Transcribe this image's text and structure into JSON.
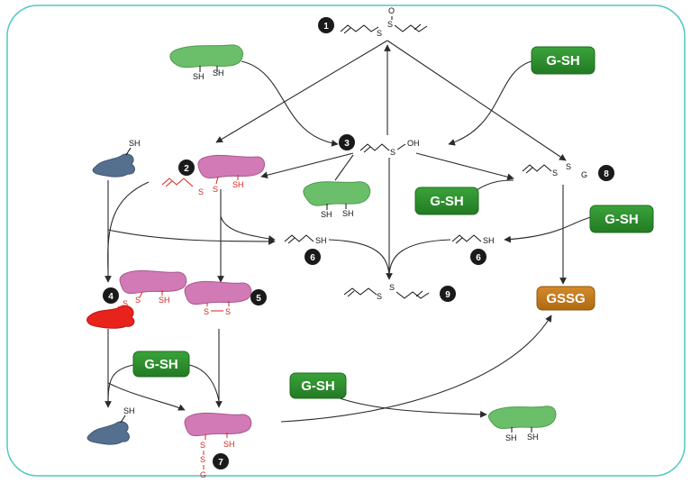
{
  "diagram": {
    "badges": [
      "1",
      "2",
      "3",
      "4",
      "5",
      "6",
      "6",
      "7",
      "8",
      "9"
    ],
    "gsh_label": "G-SH",
    "gssg_label": "GSSG",
    "sh": "SH",
    "s": "S",
    "oh": "OH",
    "o": "O",
    "g": "G",
    "colors": {
      "frame": "#4fc9c0",
      "green_box": "#2e8b2e",
      "gssg_box": "#c27a1e",
      "protein_green": "#6cbf6a",
      "protein_pink": "#d27ab5",
      "protein_blue": "#556f8f",
      "protein_red": "#e8231c",
      "badge": "#1a1a1a"
    },
    "icons": [
      "protein-green-icon",
      "protein-pink-icon",
      "protein-blue-icon",
      "protein-red-icon"
    ]
  }
}
